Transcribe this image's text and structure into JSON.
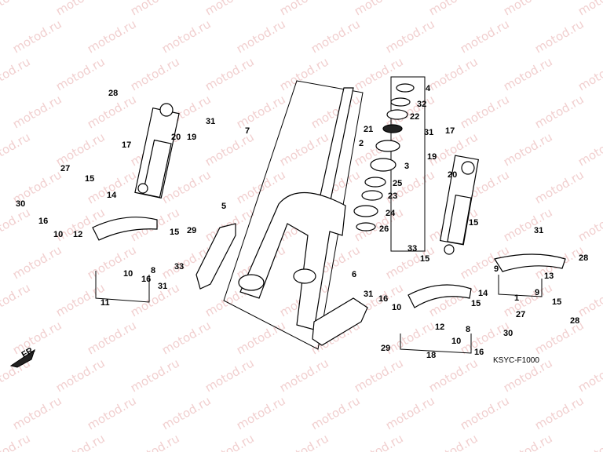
{
  "watermark": "motod.ru",
  "diagram_code": "KSYC-F1000",
  "direction_label": "FR.",
  "callouts": [
    "28",
    "31",
    "17",
    "19",
    "20",
    "7",
    "4",
    "32",
    "22",
    "21",
    "2",
    "3",
    "25",
    "23",
    "24",
    "26",
    "17",
    "20",
    "19",
    "31",
    "27",
    "15",
    "14",
    "30",
    "16",
    "10",
    "12",
    "5",
    "15",
    "29",
    "33",
    "8",
    "16",
    "31",
    "10",
    "11",
    "28",
    "31",
    "15",
    "9",
    "13",
    "9",
    "15",
    "28",
    "6",
    "33",
    "15",
    "31",
    "16",
    "10",
    "14",
    "15",
    "12",
    "8",
    "10",
    "16",
    "18",
    "27",
    "30",
    "29",
    "1"
  ],
  "colors": {
    "watermark": "#e6a8a8",
    "ink": "#000000"
  }
}
